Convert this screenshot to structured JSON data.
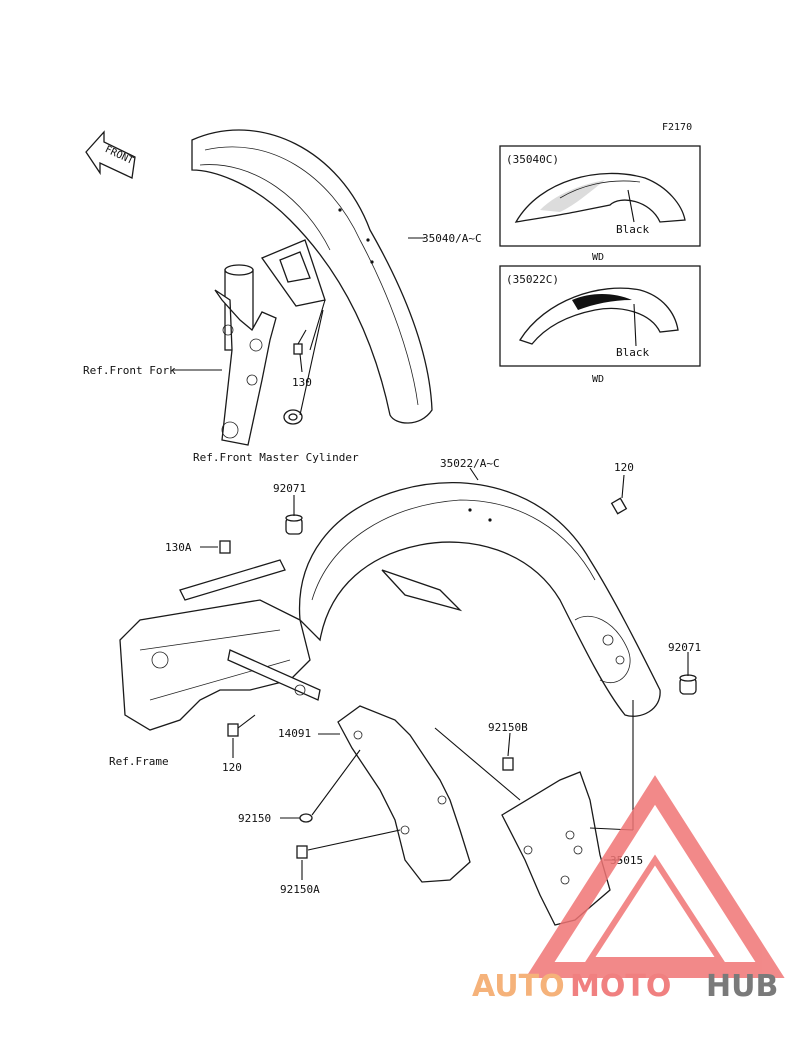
{
  "figure_code": "F2170",
  "front_label": "FRONT",
  "parts": {
    "front_fender": "35040/A~C",
    "rear_fender": "35022/A~C",
    "bolt_130": "130",
    "bolt_130A": "130A",
    "bolt_120_top": "120",
    "bolt_120_bottom": "120",
    "grommet_left": "92071",
    "grommet_right": "92071",
    "bracket": "14091",
    "bolt_92150": "92150",
    "bolt_92150A": "92150A",
    "bolt_92150B": "92150B",
    "license_bracket": "35015"
  },
  "references": {
    "front_fork": "Ref.Front Fork",
    "master_cylinder": "Ref.Front Master Cylinder",
    "frame": "Ref.Frame"
  },
  "inset_front": {
    "code": "(35040C)",
    "color_note": "Black",
    "caption": "WD"
  },
  "inset_rear": {
    "code": "(35022C)",
    "color_note": "Black",
    "caption": "WD"
  },
  "watermark": {
    "part1": "AUTO",
    "part2": "MOTO",
    "part3": "HUB",
    "color1": "#f5b27a",
    "color2": "#f08080",
    "color3": "#7a7a7a",
    "triangle_color": "#f07575"
  }
}
